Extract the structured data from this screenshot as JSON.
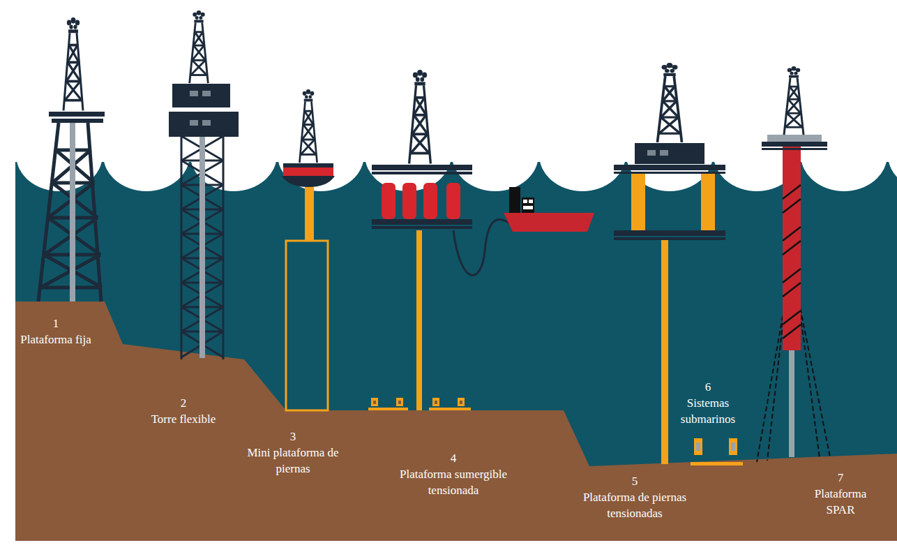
{
  "diagram": {
    "labels": [
      "1",
      "Plataforma fija",
      "2",
      "Torre flexible",
      "3",
      "Mini plataforma de piernas",
      "4",
      "Plataforma sumergible tensionada",
      "5",
      "Plataforma de piernas tensionadas",
      "6",
      "Sistemas submarinos",
      "7",
      "Plataforma SPAR"
    ]
  }
}
